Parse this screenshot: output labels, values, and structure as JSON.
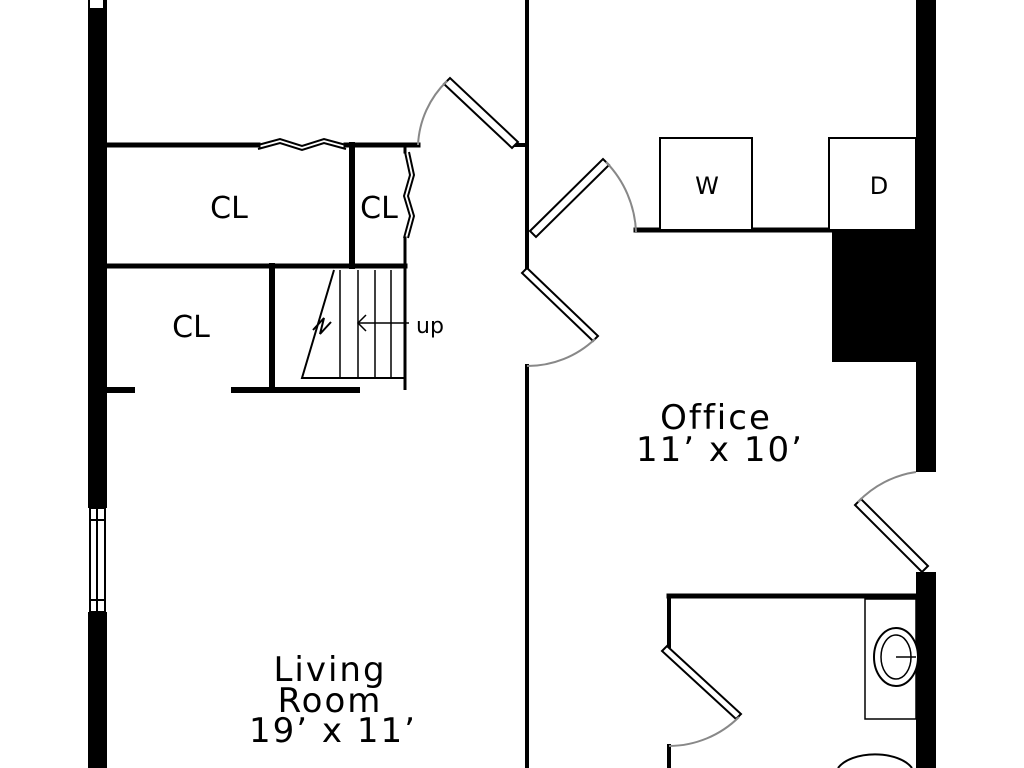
{
  "rooms": {
    "closet_top_left": "CL",
    "closet_top_small": "CL",
    "closet_mid_left": "CL",
    "office_name": "Office",
    "office_size": "11’ x 10’",
    "living_name_1": "Living",
    "living_name_2": "Room",
    "living_size": "19’ x 11’"
  },
  "appliances": {
    "washer": "W",
    "dryer": "D"
  },
  "stairs": {
    "direction": "up"
  },
  "colors": {
    "wall": "#000000",
    "door_swing": "#888888",
    "background": "#ffffff"
  }
}
